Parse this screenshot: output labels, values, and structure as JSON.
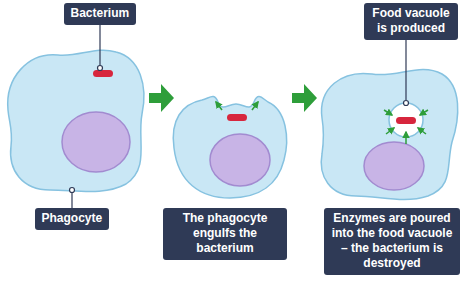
{
  "diagram": {
    "nodes": [
      {
        "text": [
          "Bacterium"
        ]
      },
      {
        "text": [
          "Food vacuole is produced"
        ]
      },
      {
        "text": [
          "Phagocyte"
        ]
      },
      {
        "text": [
          "The phagocyte engulfs the bacterium"
        ]
      },
      {
        "text": [
          "Enzymes are poured into the food vacuole – the bacterium is destroyed"
        ]
      }
    ]
  }
}
